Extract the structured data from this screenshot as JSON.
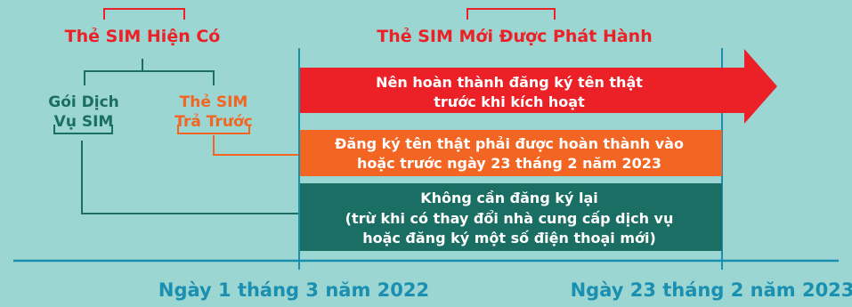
{
  "colors": {
    "background": "#9bd6d3",
    "red": "#ec2127",
    "orange": "#f26522",
    "dark_teal": "#1b6e63",
    "timeline_blue": "#1a8fb0",
    "white": "#ffffff"
  },
  "existing_sim": {
    "title": "Thẻ SIM Hiện Có",
    "plan_line1": "Gói Dịch",
    "plan_line2": "Vụ SIM",
    "prepaid_line1": "Thẻ SIM",
    "prepaid_line2": "Trả Trước"
  },
  "new_sim": {
    "title": "Thẻ SIM Mới Được Phát Hành"
  },
  "bars": {
    "red_line1": "Nên hoàn thành đăng ký tên thật",
    "red_line2": "trước khi kích hoạt",
    "orange_line1": "Đăng ký tên thật phải được hoàn thành vào",
    "orange_line2": "hoặc trước ngày 23 tháng 2 năm 2023",
    "teal_line1": "Không cần đăng ký lại",
    "teal_line2": "(trừ khi có thay đổi nhà cung cấp dịch vụ",
    "teal_line3": "hoặc đăng ký một số điện thoại mới)"
  },
  "timeline": {
    "date_start": "Ngày 1 tháng 3 năm 2022",
    "date_end": "Ngày 23 tháng 2 năm 2023"
  }
}
